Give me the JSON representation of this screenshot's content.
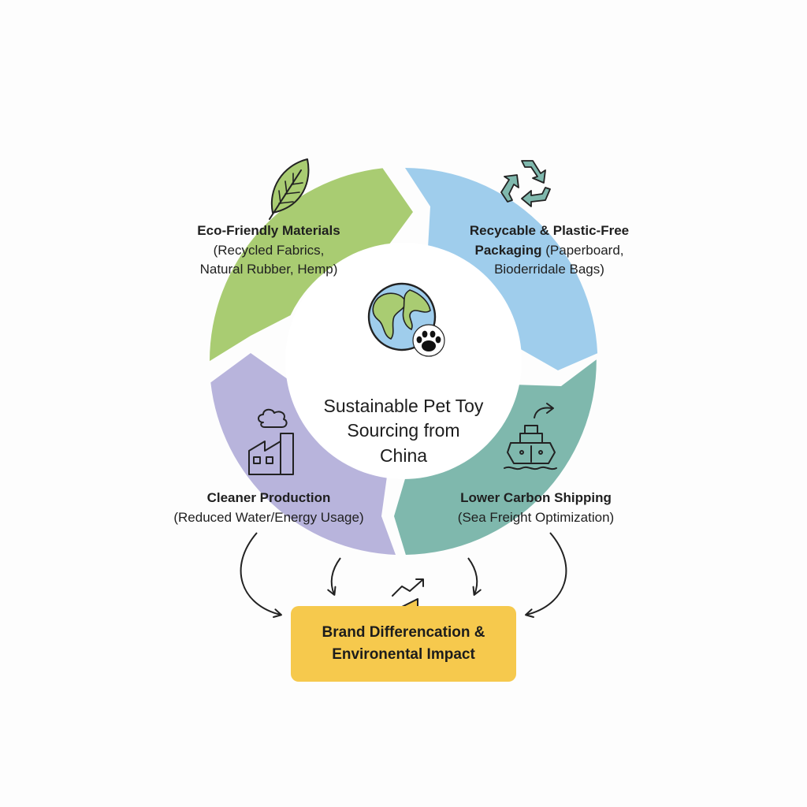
{
  "center": {
    "title": "Sustainable Pet Toy\nSourcing from\nChina"
  },
  "segments": [
    {
      "id": "materials",
      "title": "Eco-Friendly Materials",
      "subtitle_lines": [
        "(Recycled Fabrics,",
        "Natural Rubber, Hemp)"
      ],
      "color": "#a9cc72",
      "icon": "leaf-icon"
    },
    {
      "id": "packaging",
      "title": "Recycable & Plastic-Free",
      "title_line2": "Packaging",
      "subtitle_inline": " (Paperboard,",
      "subtitle_lines": [
        "Bioderridale Bags)"
      ],
      "color": "#9fcdec",
      "icon": "recycle-icon"
    },
    {
      "id": "shipping",
      "title": "Lower Carbon Shipping",
      "subtitle_lines": [
        "(Sea Freight Optimization)"
      ],
      "color": "#7fb8ad",
      "icon": "cargo-ship-icon"
    },
    {
      "id": "production",
      "title": "Cleaner Production",
      "subtitle_lines": [
        "(Reduced Water/Energy Usage)"
      ],
      "color": "#b8b4dc",
      "icon": "factory-icon"
    }
  ],
  "outcome": {
    "label": "Brand Differencation &\nEnvironental Impact",
    "color": "#f6c94d",
    "icon": "megaphone-growth-icon"
  }
}
